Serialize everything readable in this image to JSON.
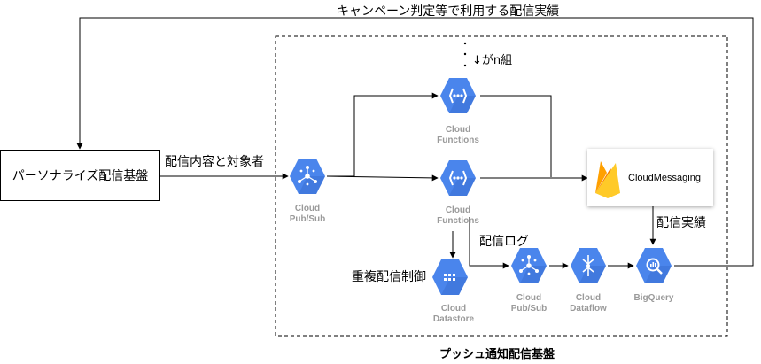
{
  "diagram": {
    "top_feedback_label": "キャンペーン判定等で利用する配信実績",
    "left_box_label": "パーソナライズ配信基盤",
    "input_edge_label": "配信内容と対象者",
    "n_groups_label": "↓がn組",
    "platform_label": "プッシュ通知配信基盤",
    "dedupe_label": "重複配信制御",
    "log_label": "配信ログ",
    "result_label": "配信実績",
    "nodes": {
      "pubsub_main": [
        "Cloud",
        "Pub/Sub"
      ],
      "functions_top": [
        "Cloud",
        "Functions"
      ],
      "functions_mid": [
        "Cloud",
        "Functions"
      ],
      "datastore": [
        "Cloud",
        "Datastore"
      ],
      "pubsub_log": [
        "Cloud",
        "Pub/Sub"
      ],
      "dataflow": [
        "Cloud",
        "Dataflow"
      ],
      "bigquery": "BigQuery",
      "messaging": "CloudMessaging"
    },
    "colors": {
      "gcp_blue": "#4a85ec",
      "gcp_blue_dark": "#3b6fd4",
      "firebase_yellow": "#ffca28",
      "firebase_orange": "#f57c00",
      "caption_gray": "#9a9a9a"
    }
  }
}
